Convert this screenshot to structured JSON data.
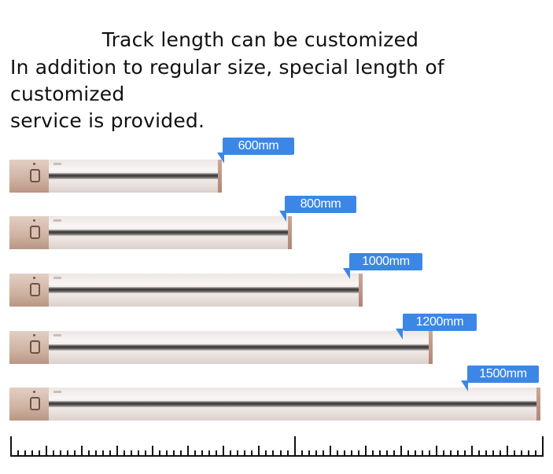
{
  "heading": {
    "title": "Track length can be customized",
    "line1": "In addition to regular size, special length of customized",
    "line2": "service is provided."
  },
  "tracks": [
    {
      "label": "600mm"
    },
    {
      "label": "800mm"
    },
    {
      "label": "1000mm"
    },
    {
      "label": "1200mm"
    },
    {
      "label": "1500mm"
    }
  ],
  "colors": {
    "tag": "#3c87e6",
    "rail_head": "#cfb2a1"
  }
}
